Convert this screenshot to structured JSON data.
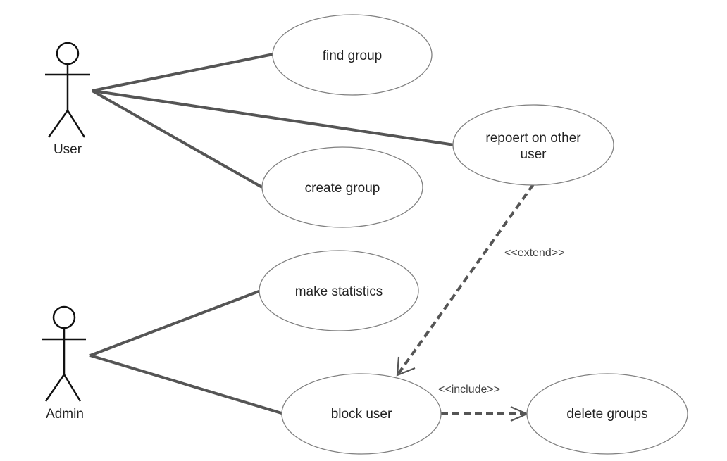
{
  "actors": {
    "user": {
      "name": "User"
    },
    "admin": {
      "name": "Admin"
    }
  },
  "use_cases": {
    "find_group": {
      "label": "find group"
    },
    "report_user": {
      "label_line1": "repoert on other",
      "label_line2": "user"
    },
    "create_group": {
      "label": "create group"
    },
    "make_statistics": {
      "label": "make statistics"
    },
    "block_user": {
      "label": "block user"
    },
    "delete_groups": {
      "label": "delete groups"
    }
  },
  "relations": {
    "extend": {
      "label": "<<extend>>"
    },
    "include": {
      "label": "<<include>>"
    }
  },
  "colors": {
    "line": "#555555",
    "ellipse_border": "#808080",
    "text": "#222222"
  }
}
